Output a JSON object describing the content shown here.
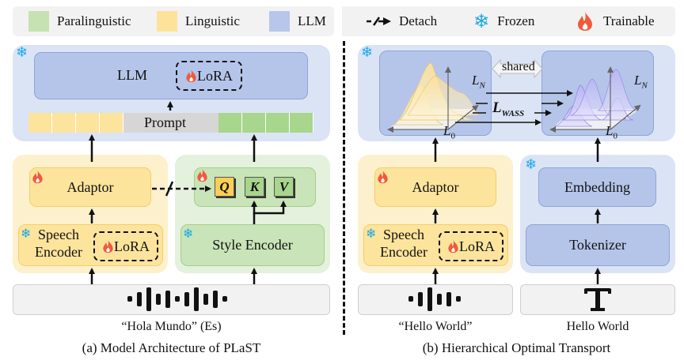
{
  "legend": {
    "items": [
      {
        "label": "Paralinguistic",
        "color": "#c6e2b2"
      },
      {
        "label": "Linguistic",
        "color": "#fde39a"
      },
      {
        "label": "LLM",
        "color": "#b7c6ea"
      }
    ],
    "detach_label": "Detach",
    "frozen_label": "Frozen",
    "trainable_label": "Trainable"
  },
  "colors": {
    "paralinguistic_region": "#e4f1dc",
    "paralinguistic_box": "#c9e4b8",
    "linguistic_region": "#fdf0cc",
    "linguistic_box": "#fde49c",
    "llm_region": "#dbe4f5",
    "llm_box": "#b5c5ea",
    "prompt_gray": "#d6d6d6",
    "prompt_green": "#a8d68c",
    "q_fill": "#fbcf56",
    "kv_fill": "#a8d68c",
    "frozen_icon": "#1ea7e6",
    "trainable_icon": "#f05a3c"
  },
  "panel_a": {
    "llm_label": "LLM",
    "lora_label": "LoRA",
    "prompt_label": "Prompt",
    "adaptor_label": "Adaptor",
    "speech_encoder_label_1": "Speech",
    "speech_encoder_label_2": "Encoder",
    "speech_lora_label": "LoRA",
    "q_label": "Q",
    "k_label": "K",
    "v_label": "V",
    "style_encoder_label": "Style Encoder",
    "input_text": "“Hola Mundo” (Es)",
    "caption": "(a) Model Architecture of PLaST"
  },
  "panel_b": {
    "shared_label": "shared",
    "ln_label_left": "L",
    "ln_sub": "N",
    "l0_label": "L",
    "l0_sub": "0",
    "lwass_label": "L",
    "lwass_sub": "WASS",
    "adaptor_label": "Adaptor",
    "speech_encoder_label_1": "Speech",
    "speech_encoder_label_2": "Encoder",
    "speech_lora_label": "LoRA",
    "embedding_label": "Embedding",
    "tokenizer_label": "Tokenizer",
    "speech_input_text": "“Hello World”",
    "text_input_text": "Hello World",
    "caption": "(b) Hierarchical Optimal Transport"
  }
}
